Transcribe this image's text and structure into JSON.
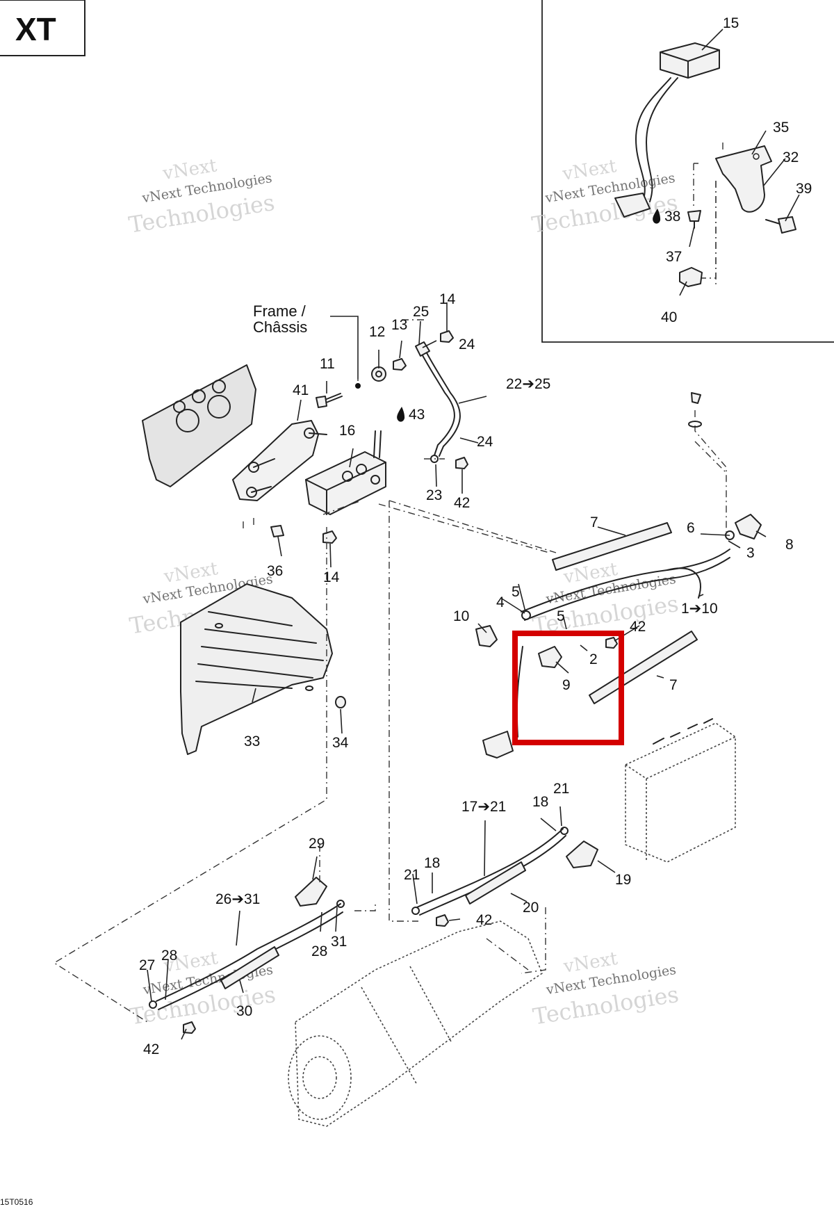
{
  "variant_badge": "XT",
  "drawing_code": "15T0516",
  "frame_label": [
    "Frame /",
    "Châssis"
  ],
  "watermark": [
    "vNext",
    "vNext Technologies",
    "Technologies"
  ],
  "callouts": {
    "c15": "15",
    "c35": "35",
    "c32": "32",
    "c39": "39",
    "c38": "38",
    "c37": "37",
    "c40": "40",
    "c14a": "14",
    "c25": "25",
    "c13": "13",
    "c12": "12",
    "c24a": "24",
    "c11": "11",
    "c22_25": "22➔25",
    "c41": "41",
    "c43": "43",
    "c16": "16",
    "c24b": "24",
    "c23": "23",
    "c42a": "42",
    "c7a": "7",
    "c6": "6",
    "c3": "3",
    "c8": "8",
    "c36": "36",
    "c14b": "14",
    "c5a": "5",
    "c4": "4",
    "c1_10": "1➔10",
    "c10": "10",
    "c5b": "5",
    "c42b": "42",
    "c2": "2",
    "c9": "9",
    "c7b": "7",
    "c33": "33",
    "c34": "34",
    "c17_21": "17➔21",
    "c18a": "18",
    "c21a": "21",
    "c29": "29",
    "c19": "19",
    "c21b": "21",
    "c18b": "18",
    "c20": "20",
    "c26_31": "26➔31",
    "c42c": "42",
    "c28a": "28",
    "c27": "27",
    "c28b": "28",
    "c31": "31",
    "c30": "30",
    "c42d": "42"
  },
  "colors": {
    "highlight": "#d40000",
    "line": "#222222",
    "watermark": "#c8c8c8"
  }
}
